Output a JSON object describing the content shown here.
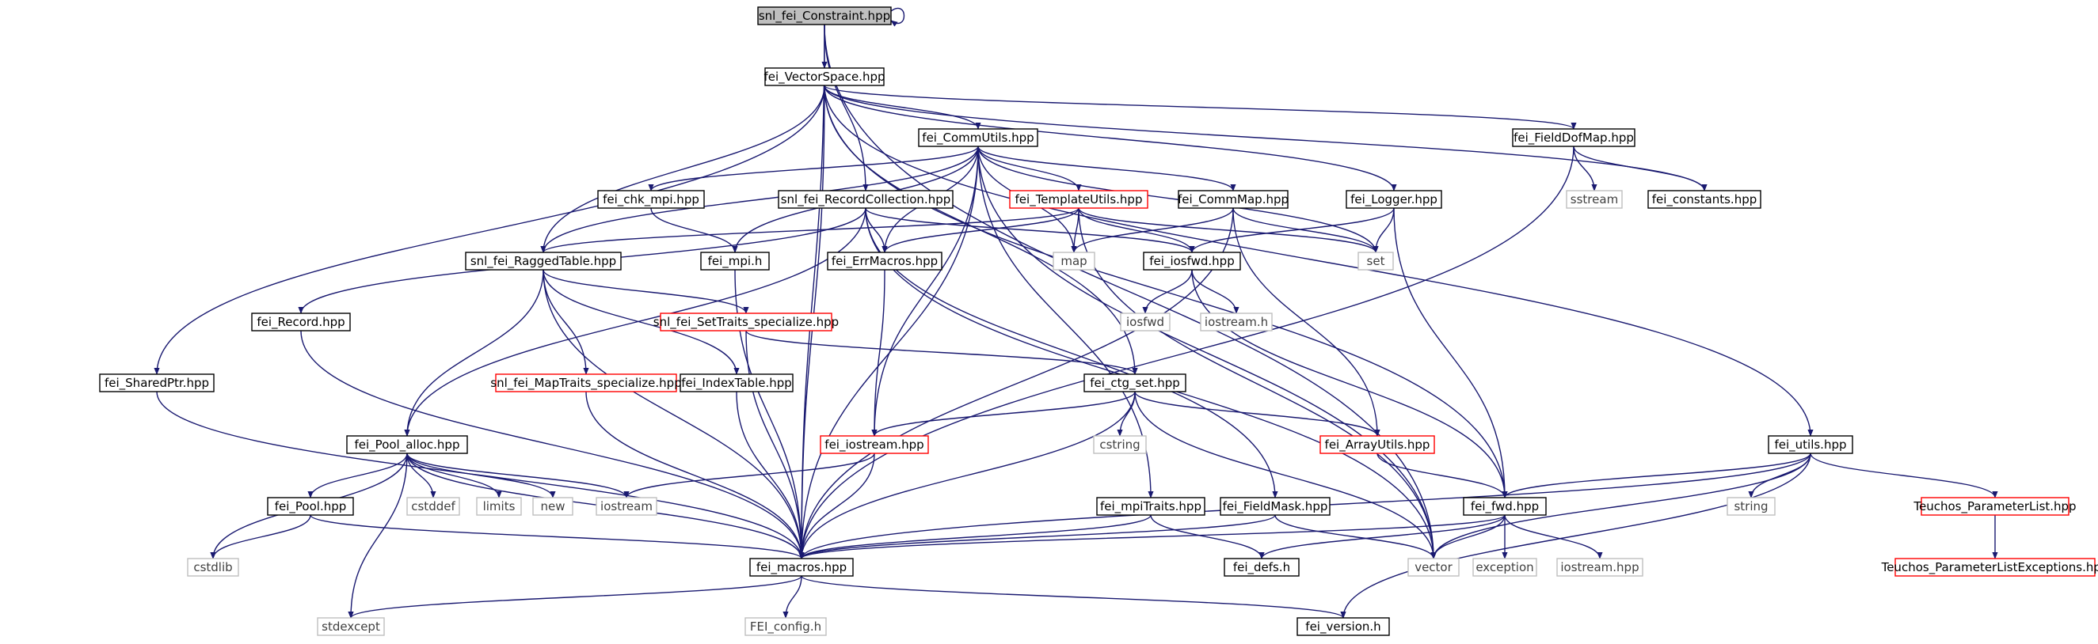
{
  "graph": {
    "colors": {
      "edge": "#191970",
      "root_fill": "#bfbfbf",
      "node_border": "#000000",
      "external_border": "#bfbfbf",
      "incomplete_border": "#ff0000",
      "text": "#000000",
      "text_external": "#404040"
    },
    "nodes": [
      {
        "id": "snl_fei_Constraint_hpp",
        "label": "snl_fei_Constraint.hpp",
        "kind": "root"
      },
      {
        "id": "fei_VectorSpace_hpp",
        "label": "fei_VectorSpace.hpp",
        "kind": "file"
      },
      {
        "id": "fei_CommUtils_hpp",
        "label": "fei_CommUtils.hpp",
        "kind": "file"
      },
      {
        "id": "fei_FieldDofMap_hpp",
        "label": "fei_FieldDofMap.hpp",
        "kind": "file"
      },
      {
        "id": "fei_chk_mpi_hpp",
        "label": "fei_chk_mpi.hpp",
        "kind": "file"
      },
      {
        "id": "snl_fei_RecordCollection_hpp",
        "label": "snl_fei_RecordCollection.hpp",
        "kind": "file"
      },
      {
        "id": "fei_TemplateUtils_hpp",
        "label": "fei_TemplateUtils.hpp",
        "kind": "incomplete"
      },
      {
        "id": "fei_CommMap_hpp",
        "label": "fei_CommMap.hpp",
        "kind": "file"
      },
      {
        "id": "fei_Logger_hpp",
        "label": "fei_Logger.hpp",
        "kind": "file"
      },
      {
        "id": "sstream",
        "label": "sstream",
        "kind": "external"
      },
      {
        "id": "fei_constants_hpp",
        "label": "fei_constants.hpp",
        "kind": "file"
      },
      {
        "id": "fei_Record_hpp",
        "label": "fei_Record.hpp",
        "kind": "file"
      },
      {
        "id": "snl_fei_RaggedTable_hpp",
        "label": "snl_fei_RaggedTable.hpp",
        "kind": "file"
      },
      {
        "id": "fei_mpi_h",
        "label": "fei_mpi.h",
        "kind": "file"
      },
      {
        "id": "fei_ErrMacros_hpp",
        "label": "fei_ErrMacros.hpp",
        "kind": "file"
      },
      {
        "id": "map",
        "label": "map",
        "kind": "external"
      },
      {
        "id": "fei_iosfwd_hpp",
        "label": "fei_iosfwd.hpp",
        "kind": "file"
      },
      {
        "id": "set",
        "label": "set",
        "kind": "external"
      },
      {
        "id": "snl_fei_SetTraits_specialize_hpp",
        "label": "snl_fei_SetTraits_specialize.hpp",
        "kind": "incomplete"
      },
      {
        "id": "iosfwd",
        "label": "iosfwd",
        "kind": "external"
      },
      {
        "id": "iostream_h",
        "label": "iostream.h",
        "kind": "external"
      },
      {
        "id": "fei_SharedPtr_hpp",
        "label": "fei_SharedPtr.hpp",
        "kind": "file"
      },
      {
        "id": "snl_fei_MapTraits_specialize_hpp",
        "label": "snl_fei_MapTraits_specialize.hpp",
        "kind": "incomplete"
      },
      {
        "id": "fei_IndexTable_hpp",
        "label": "fei_IndexTable.hpp",
        "kind": "file"
      },
      {
        "id": "fei_ctg_set_hpp",
        "label": "fei_ctg_set.hpp",
        "kind": "file"
      },
      {
        "id": "fei_Pool_alloc_hpp",
        "label": "fei_Pool_alloc.hpp",
        "kind": "file"
      },
      {
        "id": "fei_iostream_hpp",
        "label": "fei_iostream.hpp",
        "kind": "incomplete"
      },
      {
        "id": "cstring",
        "label": "cstring",
        "kind": "external"
      },
      {
        "id": "fei_ArrayUtils_hpp",
        "label": "fei_ArrayUtils.hpp",
        "kind": "incomplete"
      },
      {
        "id": "fei_utils_hpp",
        "label": "fei_utils.hpp",
        "kind": "file"
      },
      {
        "id": "fei_Pool_hpp",
        "label": "fei_Pool.hpp",
        "kind": "file"
      },
      {
        "id": "cstddef",
        "label": "cstddef",
        "kind": "external"
      },
      {
        "id": "limits",
        "label": "limits",
        "kind": "external"
      },
      {
        "id": "new",
        "label": "new",
        "kind": "external"
      },
      {
        "id": "iostream",
        "label": "iostream",
        "kind": "external"
      },
      {
        "id": "fei_mpiTraits_hpp",
        "label": "fei_mpiTraits.hpp",
        "kind": "file"
      },
      {
        "id": "fei_FieldMask_hpp",
        "label": "fei_FieldMask.hpp",
        "kind": "file"
      },
      {
        "id": "fei_fwd_hpp",
        "label": "fei_fwd.hpp",
        "kind": "file"
      },
      {
        "id": "string",
        "label": "string",
        "kind": "external"
      },
      {
        "id": "Teuchos_ParameterList_hpp",
        "label": "Teuchos_ParameterList.hpp",
        "kind": "incomplete"
      },
      {
        "id": "cstdlib",
        "label": "cstdlib",
        "kind": "external"
      },
      {
        "id": "fei_macros_hpp",
        "label": "fei_macros.hpp",
        "kind": "file"
      },
      {
        "id": "fei_defs_h",
        "label": "fei_defs.h",
        "kind": "file"
      },
      {
        "id": "vector",
        "label": "vector",
        "kind": "external"
      },
      {
        "id": "exception",
        "label": "exception",
        "kind": "external"
      },
      {
        "id": "iostream_hpp",
        "label": "iostream.hpp",
        "kind": "external"
      },
      {
        "id": "Teuchos_ParameterListExceptions_hpp",
        "label": "Teuchos_ParameterListExceptions.hpp",
        "kind": "incomplete"
      },
      {
        "id": "stdexcept",
        "label": "stdexcept",
        "kind": "external"
      },
      {
        "id": "FEI_config_h",
        "label": "FEI_config.h",
        "kind": "external"
      },
      {
        "id": "fei_version_h",
        "label": "fei_version.h",
        "kind": "file"
      }
    ],
    "edges": [
      [
        "snl_fei_Constraint_hpp",
        "snl_fei_Constraint_hpp"
      ],
      [
        "snl_fei_Constraint_hpp",
        "fei_VectorSpace_hpp"
      ],
      [
        "snl_fei_Constraint_hpp",
        "snl_fei_RecordCollection_hpp"
      ],
      [
        "snl_fei_Constraint_hpp",
        "fei_macros_hpp"
      ],
      [
        "snl_fei_Constraint_hpp",
        "vector"
      ],
      [
        "fei_VectorSpace_hpp",
        "fei_CommUtils_hpp"
      ],
      [
        "fei_VectorSpace_hpp",
        "fei_FieldDofMap_hpp"
      ],
      [
        "fei_VectorSpace_hpp",
        "fei_Logger_hpp"
      ],
      [
        "fei_VectorSpace_hpp",
        "fei_constants_hpp"
      ],
      [
        "fei_VectorSpace_hpp",
        "snl_fei_RaggedTable_hpp"
      ],
      [
        "fei_VectorSpace_hpp",
        "fei_SharedPtr_hpp"
      ],
      [
        "fei_VectorSpace_hpp",
        "fei_ctg_set_hpp"
      ],
      [
        "fei_VectorSpace_hpp",
        "fei_utils_hpp"
      ],
      [
        "fei_VectorSpace_hpp",
        "fei_fwd_hpp"
      ],
      [
        "fei_VectorSpace_hpp",
        "fei_macros_hpp"
      ],
      [
        "fei_CommUtils_hpp",
        "fei_chk_mpi_hpp"
      ],
      [
        "fei_CommUtils_hpp",
        "fei_TemplateUtils_hpp"
      ],
      [
        "fei_CommUtils_hpp",
        "fei_CommMap_hpp"
      ],
      [
        "fei_CommUtils_hpp",
        "fei_mpi_h"
      ],
      [
        "fei_CommUtils_hpp",
        "fei_ErrMacros_hpp"
      ],
      [
        "fei_CommUtils_hpp",
        "map"
      ],
      [
        "fei_CommUtils_hpp",
        "set"
      ],
      [
        "fei_CommUtils_hpp",
        "snl_fei_RaggedTable_hpp"
      ],
      [
        "fei_CommUtils_hpp",
        "fei_iostream_hpp"
      ],
      [
        "fei_CommUtils_hpp",
        "fei_mpiTraits_hpp"
      ],
      [
        "fei_CommUtils_hpp",
        "vector"
      ],
      [
        "fei_CommUtils_hpp",
        "fei_macros_hpp"
      ],
      [
        "fei_FieldDofMap_hpp",
        "sstream"
      ],
      [
        "fei_FieldDofMap_hpp",
        "fei_constants_hpp"
      ],
      [
        "fei_FieldDofMap_hpp",
        "fei_macros_hpp"
      ],
      [
        "fei_chk_mpi_hpp",
        "fei_mpi_h"
      ],
      [
        "snl_fei_RecordCollection_hpp",
        "fei_Record_hpp"
      ],
      [
        "snl_fei_RecordCollection_hpp",
        "fei_ErrMacros_hpp"
      ],
      [
        "snl_fei_RecordCollection_hpp",
        "fei_iosfwd_hpp"
      ],
      [
        "snl_fei_RecordCollection_hpp",
        "fei_Pool_alloc_hpp"
      ],
      [
        "snl_fei_RecordCollection_hpp",
        "fei_FieldMask_hpp"
      ],
      [
        "snl_fei_RecordCollection_hpp",
        "vector"
      ],
      [
        "fei_TemplateUtils_hpp",
        "snl_fei_RaggedTable_hpp"
      ],
      [
        "fei_TemplateUtils_hpp",
        "fei_ErrMacros_hpp"
      ],
      [
        "fei_TemplateUtils_hpp",
        "map"
      ],
      [
        "fei_TemplateUtils_hpp",
        "fei_iosfwd_hpp"
      ],
      [
        "fei_TemplateUtils_hpp",
        "set"
      ],
      [
        "fei_TemplateUtils_hpp",
        "vector"
      ],
      [
        "fei_CommMap_hpp",
        "map"
      ],
      [
        "fei_CommMap_hpp",
        "set"
      ],
      [
        "fei_CommMap_hpp",
        "fei_ArrayUtils_hpp"
      ],
      [
        "fei_CommMap_hpp",
        "fei_macros_hpp"
      ],
      [
        "fei_Logger_hpp",
        "fei_iosfwd_hpp"
      ],
      [
        "fei_Logger_hpp",
        "set"
      ],
      [
        "fei_Logger_hpp",
        "fei_fwd_hpp"
      ],
      [
        "fei_Record_hpp",
        "fei_macros_hpp"
      ],
      [
        "snl_fei_RaggedTable_hpp",
        "snl_fei_SetTraits_specialize_hpp"
      ],
      [
        "snl_fei_RaggedTable_hpp",
        "snl_fei_MapTraits_specialize_hpp"
      ],
      [
        "snl_fei_RaggedTable_hpp",
        "fei_IndexTable_hpp"
      ],
      [
        "snl_fei_RaggedTable_hpp",
        "fei_Pool_alloc_hpp"
      ],
      [
        "snl_fei_RaggedTable_hpp",
        "fei_macros_hpp"
      ],
      [
        "fei_mpi_h",
        "fei_macros_hpp"
      ],
      [
        "fei_ErrMacros_hpp",
        "fei_iostream_hpp"
      ],
      [
        "fei_iosfwd_hpp",
        "iosfwd"
      ],
      [
        "fei_iosfwd_hpp",
        "iostream_h"
      ],
      [
        "fei_iosfwd_hpp",
        "fei_fwd_hpp"
      ],
      [
        "snl_fei_SetTraits_specialize_hpp",
        "fei_ctg_set_hpp"
      ],
      [
        "snl_fei_SetTraits_specialize_hpp",
        "fei_macros_hpp"
      ],
      [
        "fei_SharedPtr_hpp",
        "fei_macros_hpp"
      ],
      [
        "snl_fei_MapTraits_specialize_hpp",
        "fei_macros_hpp"
      ],
      [
        "fei_IndexTable_hpp",
        "fei_macros_hpp"
      ],
      [
        "fei_ctg_set_hpp",
        "fei_iostream_hpp"
      ],
      [
        "fei_ctg_set_hpp",
        "cstring"
      ],
      [
        "fei_ctg_set_hpp",
        "fei_ArrayUtils_hpp"
      ],
      [
        "fei_ctg_set_hpp",
        "vector"
      ],
      [
        "fei_ctg_set_hpp",
        "fei_macros_hpp"
      ],
      [
        "fei_Pool_alloc_hpp",
        "fei_Pool_hpp"
      ],
      [
        "fei_Pool_alloc_hpp",
        "cstddef"
      ],
      [
        "fei_Pool_alloc_hpp",
        "limits"
      ],
      [
        "fei_Pool_alloc_hpp",
        "new"
      ],
      [
        "fei_Pool_alloc_hpp",
        "iostream"
      ],
      [
        "fei_Pool_alloc_hpp",
        "cstdlib"
      ],
      [
        "fei_Pool_alloc_hpp",
        "fei_macros_hpp"
      ],
      [
        "fei_Pool_alloc_hpp",
        "stdexcept"
      ],
      [
        "fei_iostream_hpp",
        "iostream"
      ],
      [
        "fei_iostream_hpp",
        "fei_macros_hpp"
      ],
      [
        "fei_ArrayUtils_hpp",
        "fei_fwd_hpp"
      ],
      [
        "fei_utils_hpp",
        "fei_fwd_hpp"
      ],
      [
        "fei_utils_hpp",
        "string"
      ],
      [
        "fei_utils_hpp",
        "Teuchos_ParameterList_hpp"
      ],
      [
        "fei_utils_hpp",
        "vector"
      ],
      [
        "fei_utils_hpp",
        "fei_macros_hpp"
      ],
      [
        "fei_utils_hpp",
        "fei_version_h"
      ],
      [
        "fei_Pool_hpp",
        "cstdlib"
      ],
      [
        "fei_Pool_hpp",
        "fei_macros_hpp"
      ],
      [
        "fei_mpiTraits_hpp",
        "fei_macros_hpp"
      ],
      [
        "fei_mpiTraits_hpp",
        "fei_defs_h"
      ],
      [
        "fei_FieldMask_hpp",
        "fei_macros_hpp"
      ],
      [
        "fei_FieldMask_hpp",
        "vector"
      ],
      [
        "fei_fwd_hpp",
        "fei_macros_hpp"
      ],
      [
        "fei_fwd_hpp",
        "fei_defs_h"
      ],
      [
        "fei_fwd_hpp",
        "vector"
      ],
      [
        "fei_fwd_hpp",
        "exception"
      ],
      [
        "fei_fwd_hpp",
        "iostream_hpp"
      ],
      [
        "Teuchos_ParameterList_hpp",
        "Teuchos_ParameterListExceptions_hpp"
      ],
      [
        "fei_macros_hpp",
        "stdexcept"
      ],
      [
        "fei_macros_hpp",
        "FEI_config_h"
      ],
      [
        "fei_macros_hpp",
        "fei_version_h"
      ]
    ]
  }
}
